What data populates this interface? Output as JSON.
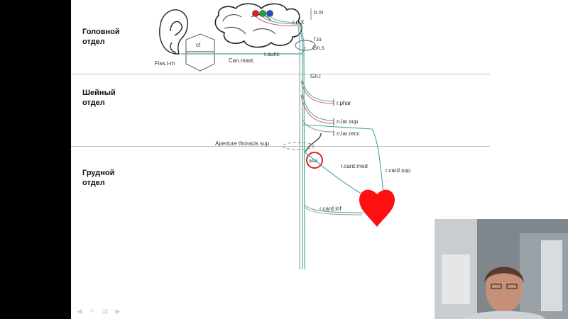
{
  "sections": {
    "head": "Головной\nотдел",
    "neck": "Шейный\nотдел",
    "thorax": "Грудной\nотдел"
  },
  "labels": {
    "tr_m": "tr.m",
    "r_n_x": "r.n.X",
    "f_iu": "f.iu",
    "gn_s": "Gn.s",
    "r_auric": "r.auric",
    "ct": "ct",
    "fiss_t_m": "Fiss.t-m",
    "can_mast": "Can.mast.",
    "gn_i": "Gn.i",
    "r_phar": "r.phar",
    "n_lar_sup": "n.lar.sup",
    "n_lar_recc": "n.lar.recc",
    "aperture": "Aperture thoracis sup",
    "aa": "aAo",
    "r_card_med": "r.card.med",
    "r_card_sup": "r.card.sup",
    "r_card_inf": "r.card.inf"
  },
  "colors": {
    "nerve_teal": "#4aa3a0",
    "nerve_gray": "#9a9a9a",
    "nerve_red": "#d65a5a",
    "heart": "#ff1010",
    "nucleus_red": "#e02020",
    "nucleus_green": "#20a040",
    "nucleus_blue": "#2050d0",
    "divider": "#bfbfbf"
  },
  "icons": {
    "ear": "ear-icon",
    "brain": "brain-stem-icon",
    "heart": "heart-icon"
  }
}
